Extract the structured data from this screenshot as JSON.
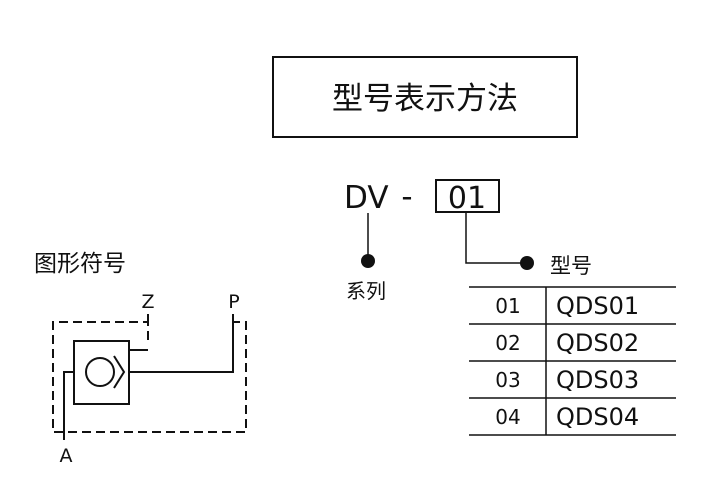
{
  "title": "型号表示方法",
  "code": {
    "prefix": "DV",
    "dash": "-",
    "box_value": "01"
  },
  "series_label": "系列",
  "model_label": "型号",
  "symbol_heading": "图形符号",
  "ports": {
    "z": "Z",
    "p": "P",
    "a": "A"
  },
  "model_table": {
    "rows": [
      {
        "code": "01",
        "model": "QDS01"
      },
      {
        "code": "02",
        "model": "QDS02"
      },
      {
        "code": "03",
        "model": "QDS03"
      },
      {
        "code": "04",
        "model": "QDS04"
      }
    ]
  },
  "colors": {
    "ink": "#111111",
    "background": "#ffffff"
  }
}
